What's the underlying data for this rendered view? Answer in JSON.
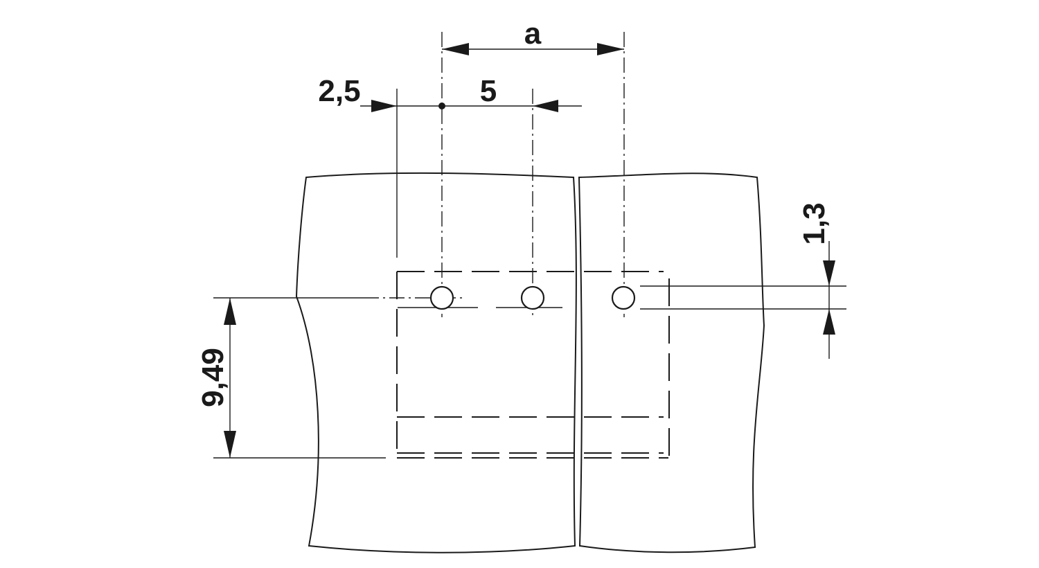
{
  "dimensions": {
    "a": "a",
    "offset": "2,5",
    "pitch": "5",
    "hole_diameter": "1,3",
    "row_distance": "9,49"
  },
  "holes": {
    "count": 3
  }
}
